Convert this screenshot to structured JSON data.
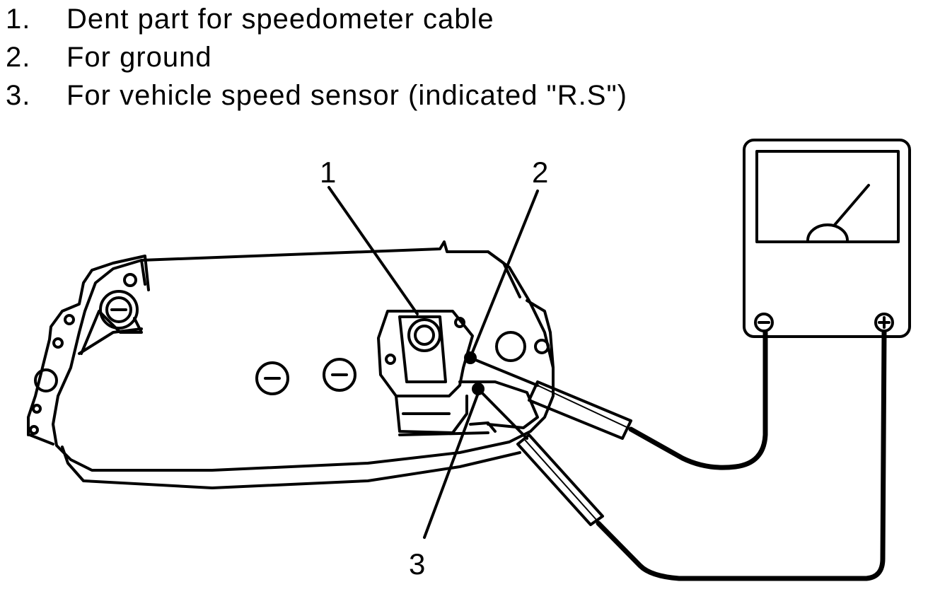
{
  "legend": [
    {
      "num": "1.",
      "text": "Dent part for speedometer cable"
    },
    {
      "num": "2.",
      "text": "For ground"
    },
    {
      "num": "3.",
      "text": "For vehicle speed sensor (indicated \"R.S\")"
    }
  ],
  "callouts": {
    "c1": "1",
    "c2": "2",
    "c3": "3"
  },
  "meter": {
    "minus_symbol": "−",
    "plus_symbol": "+"
  },
  "colors": {
    "ink": "#000000",
    "paper": "#ffffff"
  }
}
